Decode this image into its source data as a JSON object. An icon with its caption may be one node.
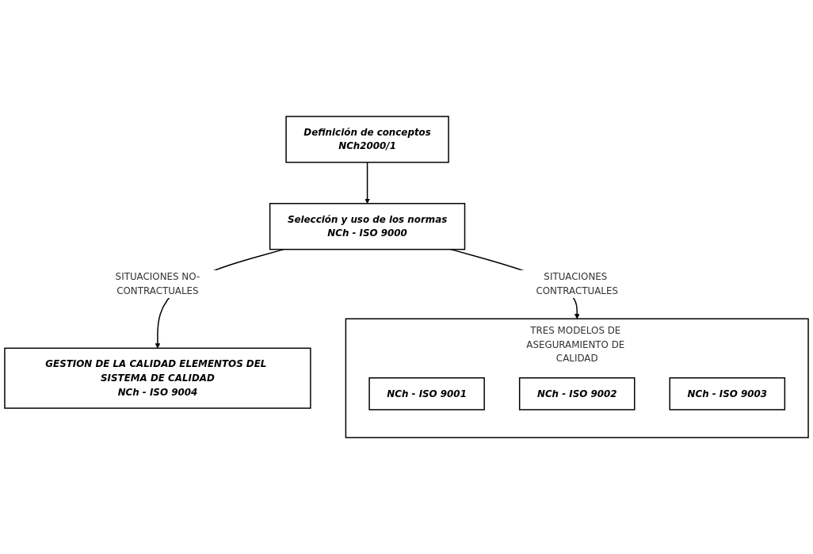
{
  "diagram": {
    "nodes": [
      {
        "text": [
          "Definición de conceptos",
          "NCh2000/1"
        ]
      },
      {
        "text": [
          "Selección y uso de los normas",
          "NCh - ISO 9000"
        ]
      },
      {
        "text": [
          "GESTION DE LA CALIDAD ELEMENTOS DEL SISTEMA DE CALIDAD",
          "NCh - ISO 9004"
        ]
      },
      {
        "text": [
          "TRES MODELOS DE ASEGURAMIENTO DE CALIDAD"
        ]
      },
      {
        "text": [
          "NCh - ISO 9001"
        ],
        "in": 3
      },
      {
        "text": [
          "NCh - ISO 9002"
        ],
        "in": 3
      },
      {
        "text": [
          "NCh - ISO 9003"
        ],
        "in": 3
      }
    ],
    "edges": [
      {
        "from": 0,
        "to": 1,
        "arrow": "to"
      },
      {
        "from": 1,
        "to": 2,
        "arrow": "to",
        "label": "SITUACIONES NO-CONTRACTUALES"
      },
      {
        "from": 1,
        "to": 3,
        "arrow": "to",
        "label": "SITUACIONES CONTRACTUALES"
      }
    ]
  }
}
